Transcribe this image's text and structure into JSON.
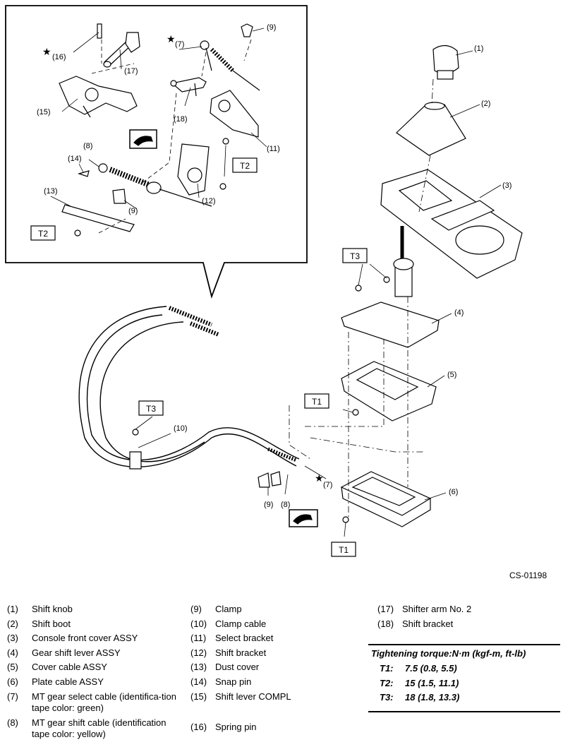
{
  "diagram": {
    "figure_code": "CS-01198",
    "callouts": [
      "(1)",
      "(2)",
      "(3)",
      "(4)",
      "(5)",
      "(6)",
      "(7)",
      "(8)",
      "(9)",
      "(10)",
      "(11)",
      "(12)",
      "(13)",
      "(14)",
      "(15)",
      "(16)",
      "(17)",
      "(18)"
    ],
    "torque_tags": [
      "T1",
      "T2",
      "T3"
    ],
    "star": "★"
  },
  "legend": {
    "col1": [
      {
        "num": "(1)",
        "text": "Shift knob"
      },
      {
        "num": "(2)",
        "text": "Shift boot"
      },
      {
        "num": "(3)",
        "text": "Console front cover ASSY"
      },
      {
        "num": "(4)",
        "text": "Gear shift lever ASSY"
      },
      {
        "num": "(5)",
        "text": "Cover cable ASSY"
      },
      {
        "num": "(6)",
        "text": "Plate cable ASSY"
      },
      {
        "num": "(7)",
        "text": "MT gear select cable (identifica-tion tape color: green)"
      },
      {
        "num": "(8)",
        "text": "MT gear shift cable (identification tape color: yellow)"
      }
    ],
    "col2": [
      {
        "num": "(9)",
        "text": "Clamp"
      },
      {
        "num": "(10)",
        "text": "Clamp cable"
      },
      {
        "num": "(11)",
        "text": "Select bracket"
      },
      {
        "num": "(12)",
        "text": "Shift bracket"
      },
      {
        "num": "(13)",
        "text": "Dust cover"
      },
      {
        "num": "(14)",
        "text": "Snap pin"
      },
      {
        "num": "(15)",
        "text": "Shift lever COMPL"
      },
      {
        "num": "(16)",
        "text": "Spring pin"
      }
    ],
    "col3": [
      {
        "num": "(17)",
        "text": "Shifter arm No. 2"
      },
      {
        "num": "(18)",
        "text": "Shift bracket"
      }
    ]
  },
  "torque": {
    "title": "Tightening torque:N·m (kgf-m, ft-lb)",
    "rows": [
      {
        "key": "T1:",
        "value": "7.5 (0.8, 5.5)"
      },
      {
        "key": "T2:",
        "value": "15 (1.5, 11.1)"
      },
      {
        "key": "T3:",
        "value": "18 (1.8, 13.3)"
      }
    ]
  }
}
